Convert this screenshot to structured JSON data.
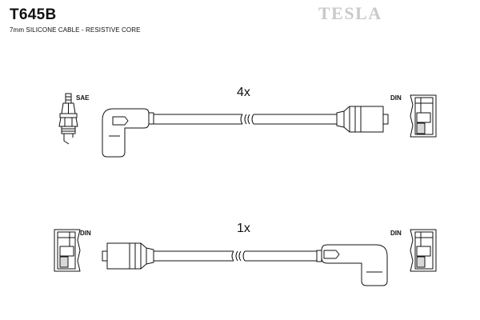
{
  "header": {
    "part_number": "T645B",
    "cable_spec": "7mm SILICONE CABLE - RESISTIVE CORE",
    "brand": "TESLA"
  },
  "lead_a": {
    "quantity": "4x",
    "left_terminal_label": "SAE",
    "right_terminal_label": "DIN"
  },
  "lead_b": {
    "quantity": "1x",
    "left_terminal_label": "DIN",
    "right_terminal_label": "DIN"
  }
}
